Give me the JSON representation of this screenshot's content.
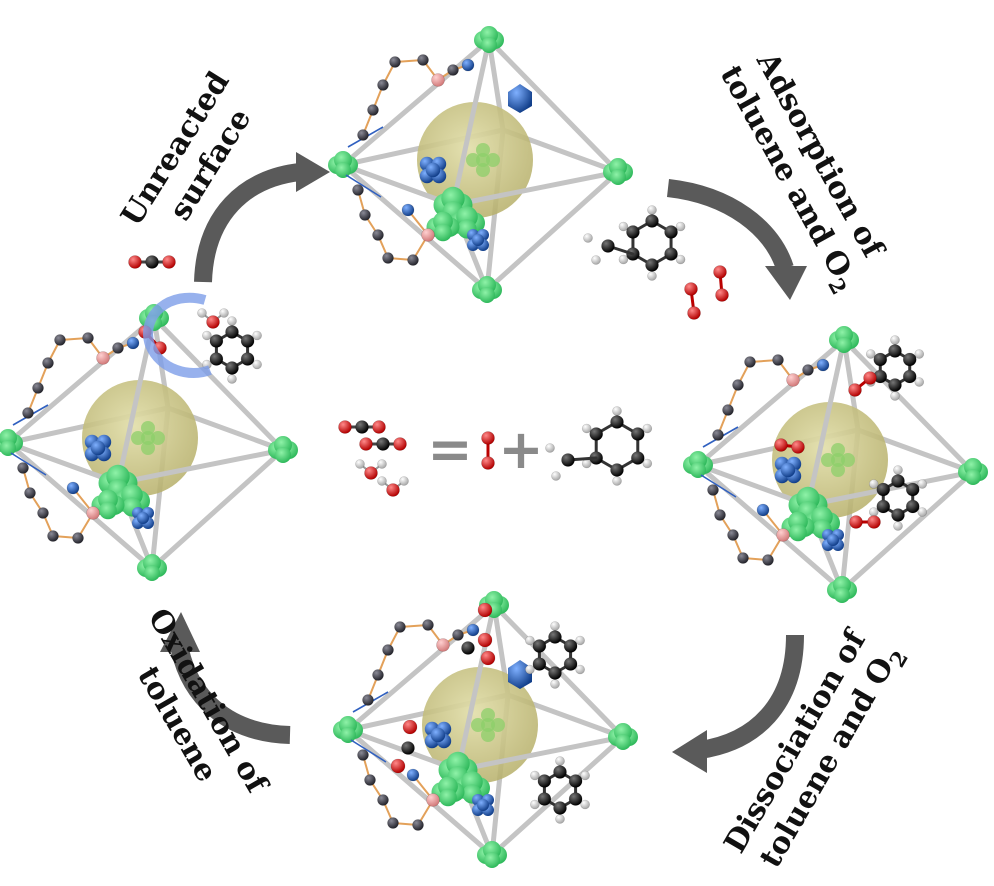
{
  "labels": {
    "unreacted": {
      "line1": "Unreacted",
      "line2": "surface"
    },
    "adsorption": {
      "line1": "Adsorption of",
      "line2_main": "toluene and O",
      "line2_sub": "2"
    },
    "dissociation": {
      "line1": "Dissociation of",
      "line2_main": "toluene and O",
      "line2_sub": "2"
    },
    "oxidation": {
      "line1": "Oxidation of",
      "line2": "toluene"
    }
  },
  "equation": {
    "equals": "=",
    "plus": "+"
  },
  "colors": {
    "arrow": "#5a5a5a",
    "node": "#4ee27a",
    "node_dark": "#2fb457",
    "rod": "#c4c4c4",
    "sphere": "#c8c47e",
    "core": "#8ccf6a",
    "linker_carbon": "#3b3b45",
    "linker_bond": "#e3a15a",
    "nitrogen": "#2f5fb0",
    "pink": "#e99a9a",
    "cluster": "#1f5fb5",
    "oxygen": "#dd1616",
    "carbon": "#111111",
    "hydrogen": "#d9d9d9",
    "formula_gray": "#8a8a8a"
  }
}
